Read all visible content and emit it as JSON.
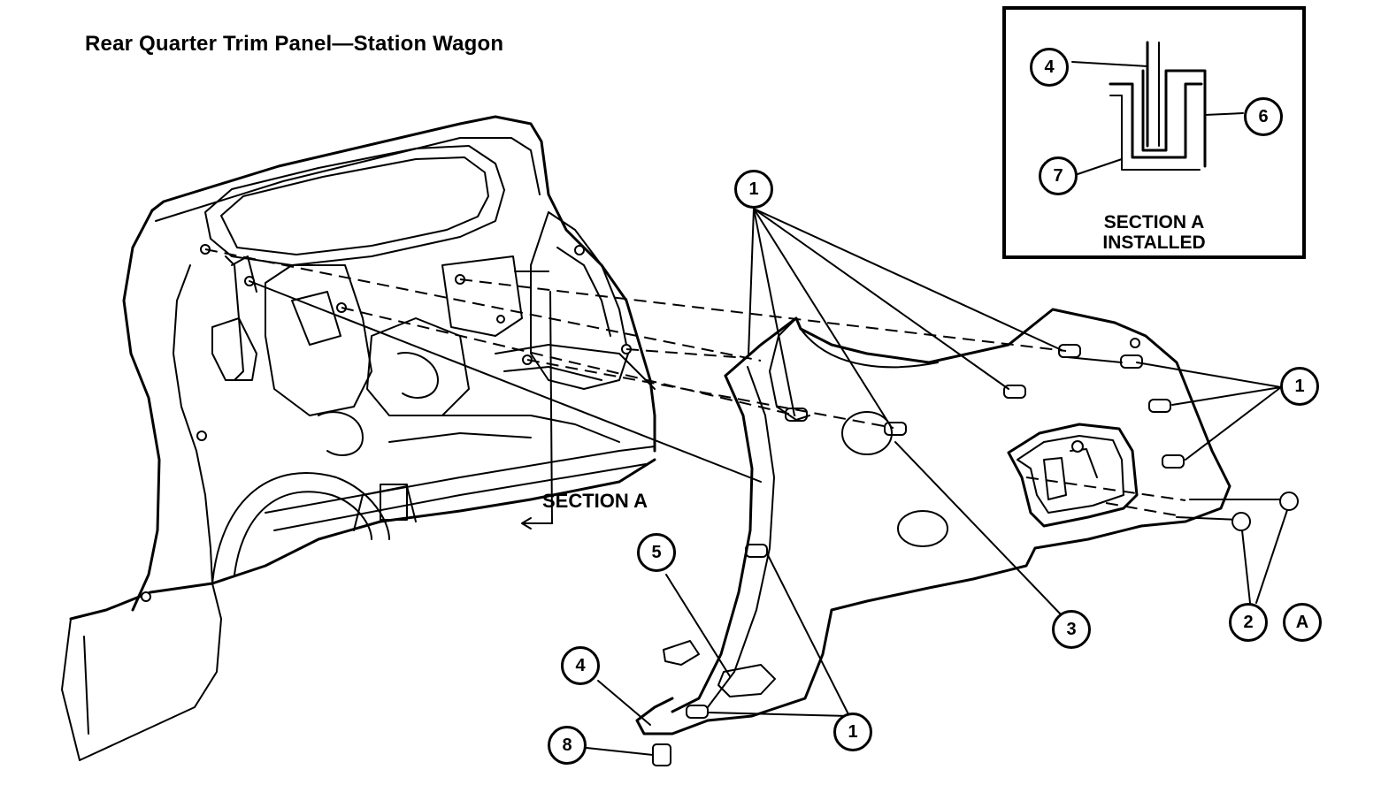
{
  "title": "Rear Quarter Trim Panel—Station Wagon",
  "inset": {
    "caption_line1": "SECTION A",
    "caption_line2": "INSTALLED",
    "callouts": [
      "4",
      "6",
      "7"
    ]
  },
  "section_label": "SECTION A",
  "callouts": {
    "c1_top": "1",
    "c1_right": "1",
    "c1_bottom": "1",
    "c2": "2",
    "cA": "A",
    "c3": "3",
    "c4": "4",
    "c5": "5",
    "c8": "8"
  }
}
